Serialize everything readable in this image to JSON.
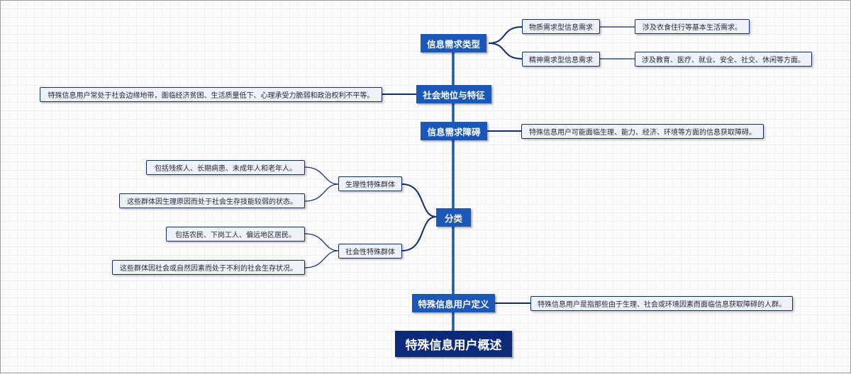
{
  "root": {
    "label": "特殊信息用户概述"
  },
  "branches": {
    "info_need_types": {
      "label": "信息需求类型",
      "material": {
        "label": "物质需求型信息需求",
        "detail": "涉及衣食住行等基本生活需求。"
      },
      "spiritual": {
        "label": "精神需求型信息需求",
        "detail": "涉及教育、医疗、就业、安全、社交、休闲等方面。"
      }
    },
    "social_status": {
      "label": "社会地位与特征",
      "detail": "特殊信息用户常处于社会边缘地带，面临经济贫困、生活质量低下、心理承受力脆弱和政治权利不平等。"
    },
    "info_barriers": {
      "label": "信息需求障碍",
      "detail": "特殊信息用户可能面临生理、能力、经济、环境等方面的信息获取障碍。"
    },
    "classification": {
      "label": "分类",
      "physiological": {
        "label": "生理性特殊群体",
        "detail_1": "包括残疾人、长期病患、未成年人和老年人。",
        "detail_2": "这些群体因生理原因而处于社会生存技能较弱的状态。"
      },
      "social": {
        "label": "社会性特殊群体",
        "detail_1": "包括农民、下岗工人、偏远地区居民。",
        "detail_2": "这些群体因社会或自然因素而处于不利的社会生存状况。"
      }
    },
    "definition": {
      "label": "特殊信息用户定义",
      "detail": "特殊信息用户是指那些由于生理、社会或环境因素而面临信息获取障碍的人群。"
    }
  },
  "colors": {
    "root_fill": "#0b2a7a",
    "main_fill": "#1b57b6",
    "sub_fill": "#eef1f8",
    "sub_border": "#0f2e6e",
    "trunk": "#1b57b6",
    "connector": "#0f2e6e"
  }
}
